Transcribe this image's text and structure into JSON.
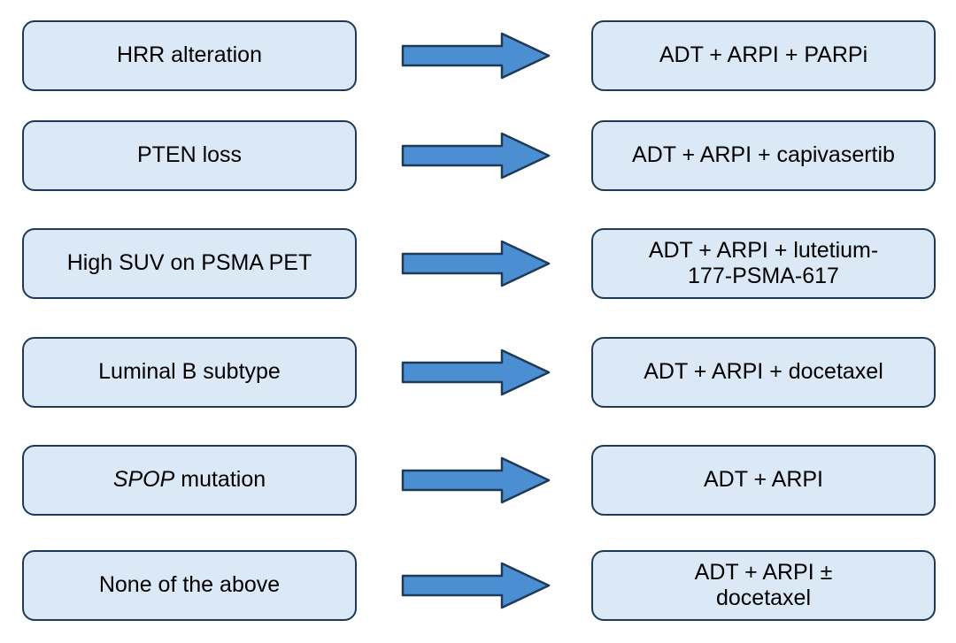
{
  "diagram": {
    "title": "",
    "colors": {
      "box_fill": "#dbe9f6",
      "box_border": "#1e3a57",
      "arrow_fill": "#4b8fd2",
      "arrow_border": "#1e3a57",
      "text_color": "#000000",
      "background": "#ffffff"
    },
    "arrow_icon": "right-arrow-icon",
    "rows": [
      {
        "condition": "HRR alteration",
        "condition_parts": [
          {
            "text": "HRR alteration",
            "italic": false
          }
        ],
        "treatment": "ADT + ARPI + PARPi",
        "treatment_lines": [
          "ADT + ARPI + PARPi"
        ]
      },
      {
        "condition": "PTEN loss",
        "condition_parts": [
          {
            "text": "PTEN loss",
            "italic": false
          }
        ],
        "treatment": "ADT + ARPI + capivasertib",
        "treatment_lines": [
          "ADT + ARPI + capivasertib"
        ]
      },
      {
        "condition": "High SUV on PSMA PET",
        "condition_parts": [
          {
            "text": "High SUV on PSMA PET",
            "italic": false
          }
        ],
        "treatment": "ADT + ARPI + lutetium-177-PSMA-617",
        "treatment_lines": [
          "ADT + ARPI + lutetium-",
          "177-PSMA-617"
        ]
      },
      {
        "condition": "Luminal B subtype",
        "condition_parts": [
          {
            "text": "Luminal B subtype",
            "italic": false
          }
        ],
        "treatment": "ADT + ARPI + docetaxel",
        "treatment_lines": [
          "ADT + ARPI + docetaxel"
        ]
      },
      {
        "condition": "SPOP mutation",
        "condition_parts": [
          {
            "text": "SPOP",
            "italic": true
          },
          {
            "text": " mutation",
            "italic": false
          }
        ],
        "treatment": "ADT + ARPI",
        "treatment_lines": [
          "ADT + ARPI"
        ]
      },
      {
        "condition": "None of the above",
        "condition_parts": [
          {
            "text": "None of the above",
            "italic": false
          }
        ],
        "treatment": "ADT + ARPI ± docetaxel",
        "treatment_lines": [
          "ADT + ARPI ±",
          "docetaxel"
        ]
      }
    ]
  }
}
